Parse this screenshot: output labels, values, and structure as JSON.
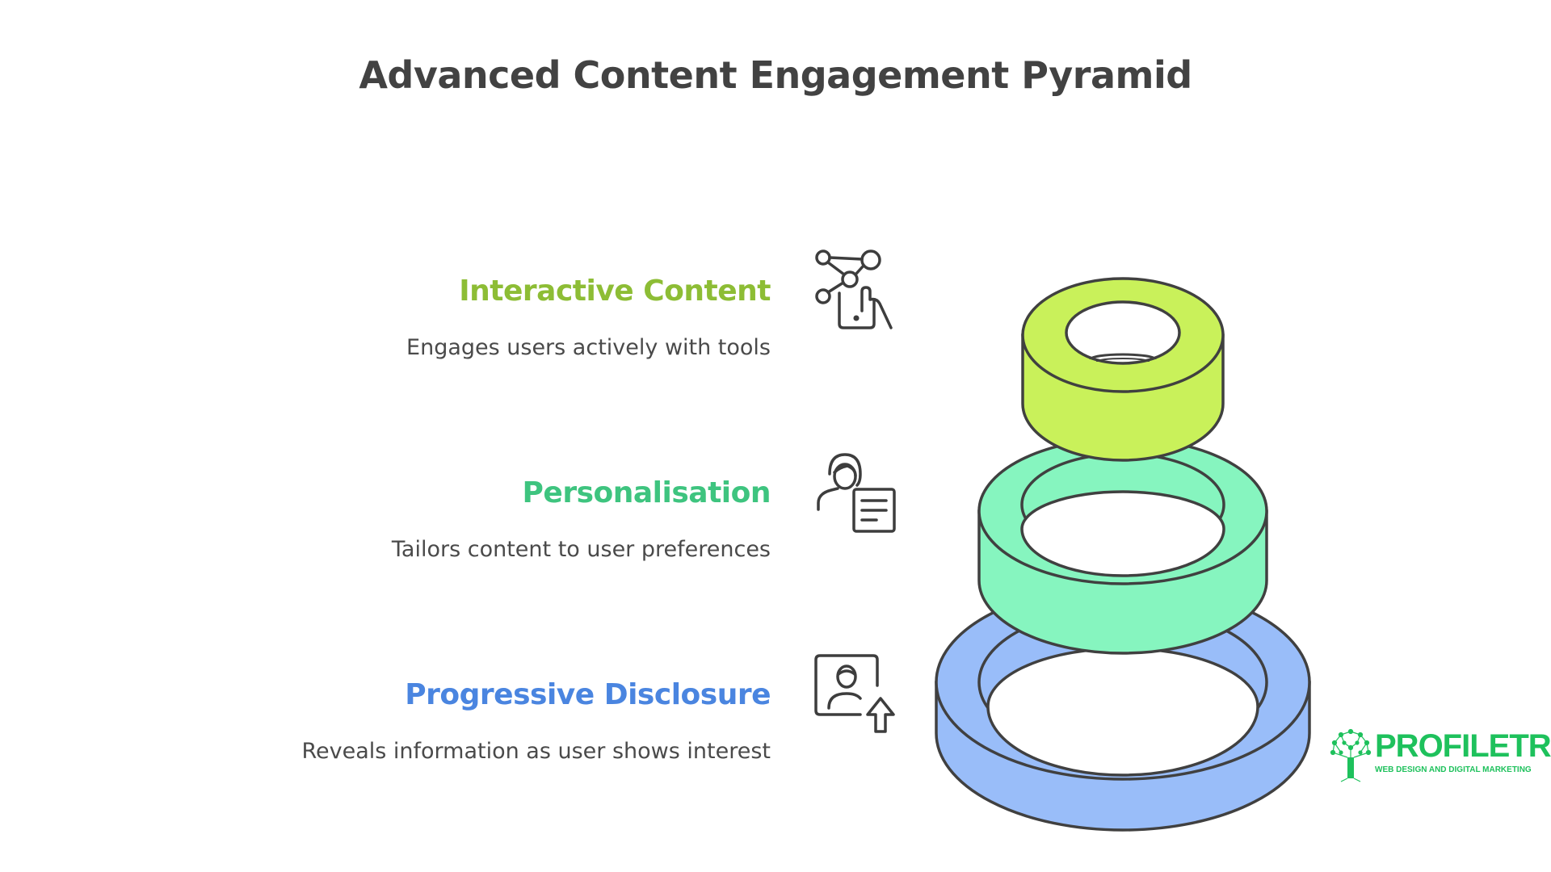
{
  "title": "Advanced Content Engagement Pyramid",
  "tiers": [
    {
      "heading": "Interactive Content",
      "description": "Engages users actively with tools",
      "color": "#8dbd35",
      "fill": "#c9f15a",
      "icon": "network-touch-phone-icon"
    },
    {
      "heading": "Personalisation",
      "description": "Tailors content to user preferences",
      "color": "#3ec47f",
      "fill": "#86f5bf",
      "icon": "user-document-icon"
    },
    {
      "heading": "Progressive Disclosure",
      "description": "Reveals information as user shows interest",
      "color": "#4a85e0",
      "fill": "#99bdf9",
      "icon": "user-upload-icon"
    }
  ],
  "logo": {
    "name": "PROFILETREE",
    "tagline": "WEB DESIGN AND DIGITAL MARKETING",
    "color": "#1ec15c"
  }
}
